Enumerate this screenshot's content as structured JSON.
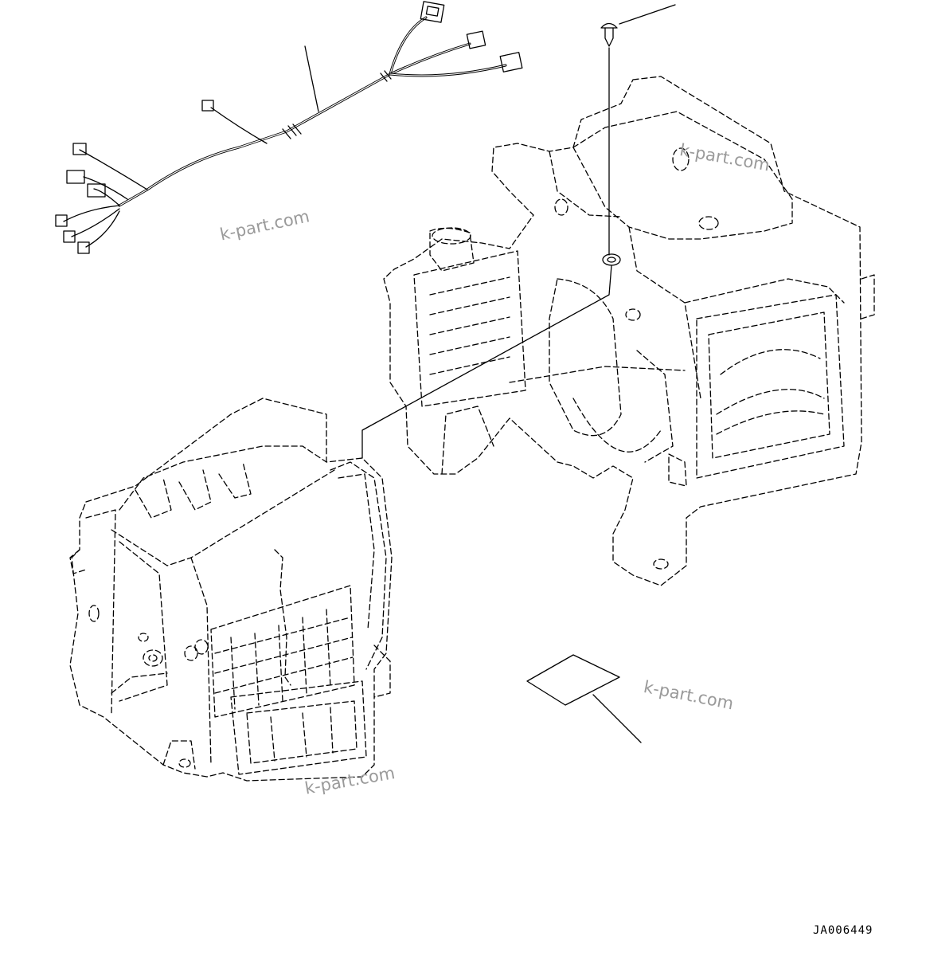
{
  "diagram": {
    "drawing_id": "JA006449",
    "watermarks": [
      "k-part.com",
      "k-part.com",
      "k-part.com",
      "k-part.com"
    ],
    "line_color": "#000000",
    "watermark_color": "#9a9a9a"
  }
}
